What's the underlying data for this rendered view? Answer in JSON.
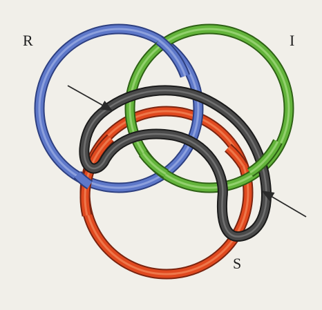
{
  "labels": {
    "r": "R",
    "i": "I",
    "s": "S"
  },
  "colors": {
    "background": "#f1efe9",
    "ring_r": "#5e78c9",
    "ring_i": "#63b43b",
    "ring_s": "#e0491f",
    "strand": "#3f3f3f",
    "arrow": "#2a2a2a"
  }
}
